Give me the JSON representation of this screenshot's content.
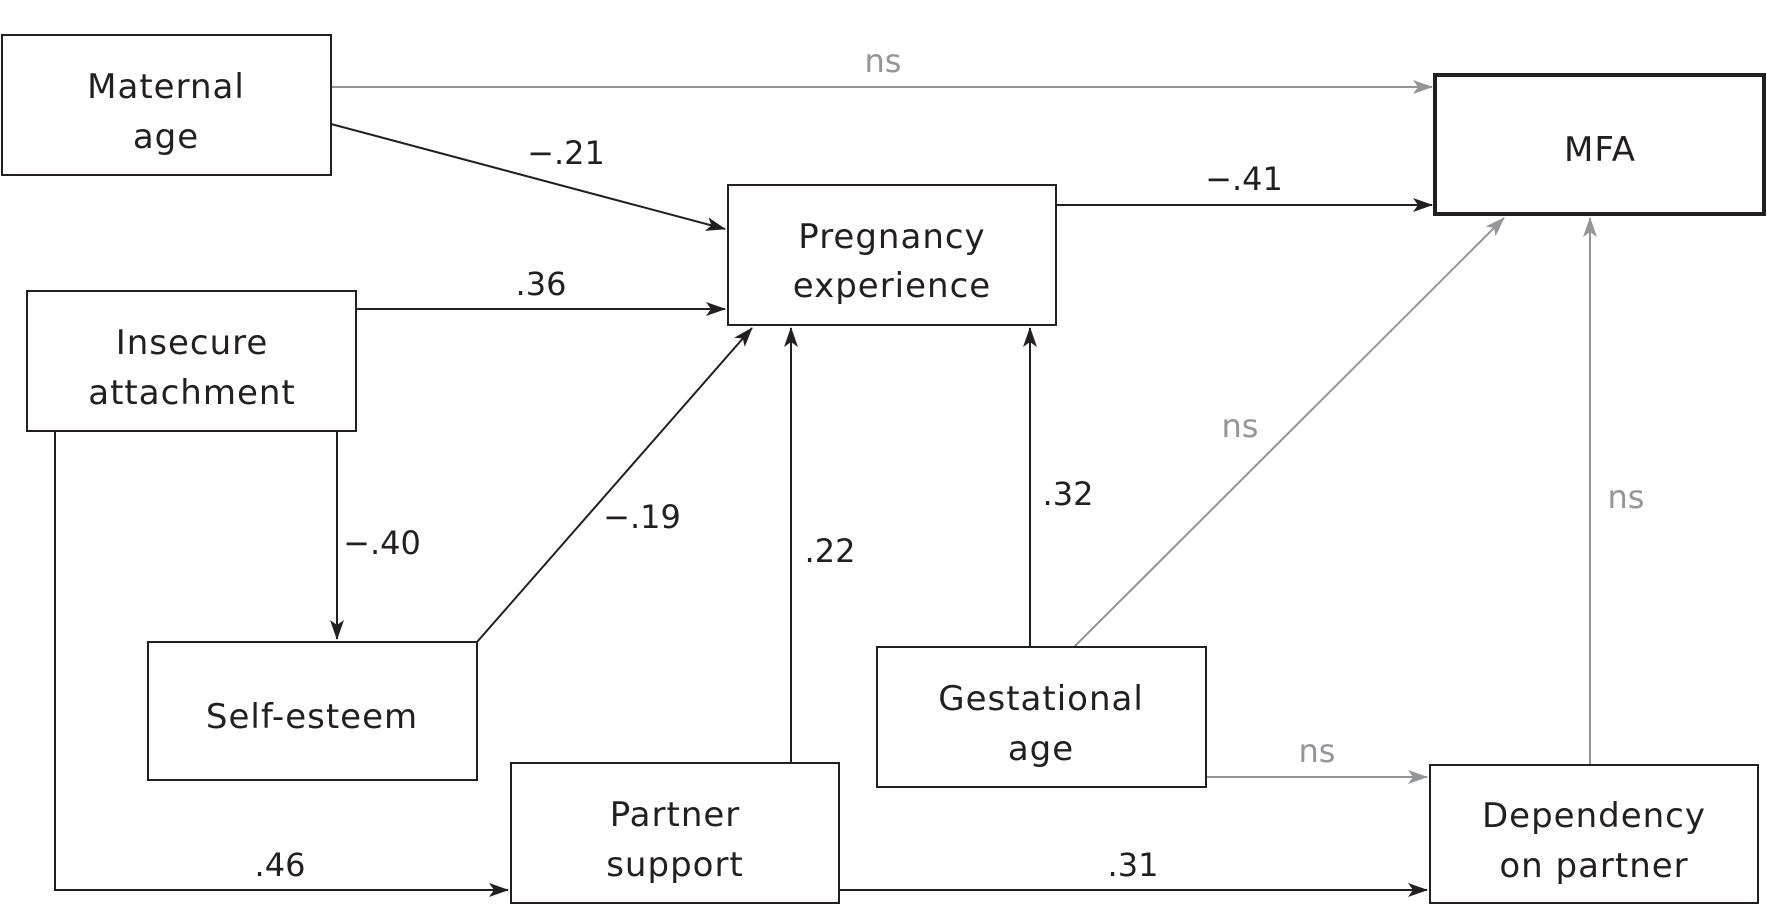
{
  "title": "Path model of predictors of maternal-fetal attachment (MFA)",
  "colors": {
    "significant": "#231f20",
    "nonsignificant": "#939598"
  },
  "nodes": {
    "maternal_age": {
      "lines": [
        "Maternal",
        "age"
      ]
    },
    "mfa": {
      "lines": [
        "MFA"
      ]
    },
    "pregnancy_experience": {
      "lines": [
        "Pregnancy",
        "experience"
      ]
    },
    "insecure_attachment": {
      "lines": [
        "Insecure",
        "attachment"
      ]
    },
    "self_esteem": {
      "lines": [
        "Self-esteem"
      ]
    },
    "partner_support": {
      "lines": [
        "Partner",
        "support"
      ]
    },
    "gestational_age": {
      "lines": [
        "Gestational",
        "age"
      ]
    },
    "dependency_on_partner": {
      "lines": [
        "Dependency",
        "on partner"
      ]
    }
  },
  "edges": [
    {
      "id": "maternal_age-mfa",
      "from": "Maternal age",
      "to": "MFA",
      "label": "ns",
      "significant": false
    },
    {
      "id": "maternal_age-pregnancy",
      "from": "Maternal age",
      "to": "Pregnancy experience",
      "label": "−.21",
      "significant": true
    },
    {
      "id": "pregnancy-mfa",
      "from": "Pregnancy experience",
      "to": "MFA",
      "label": "−.41",
      "significant": true
    },
    {
      "id": "insecure-pregnancy",
      "from": "Insecure attachment",
      "to": "Pregnancy experience",
      "label": ".36",
      "significant": true
    },
    {
      "id": "insecure-selfesteem",
      "from": "Insecure attachment",
      "to": "Self-esteem",
      "label": "−.40",
      "significant": true
    },
    {
      "id": "selfesteem-pregnancy",
      "from": "Self-esteem",
      "to": "Pregnancy experience",
      "label": "−.19",
      "significant": true
    },
    {
      "id": "partner-pregnancy",
      "from": "Partner support",
      "to": "Pregnancy experience",
      "label": ".22",
      "significant": true
    },
    {
      "id": "gestational-pregnancy",
      "from": "Gestational age",
      "to": "Pregnancy experience",
      "label": ".32",
      "significant": true
    },
    {
      "id": "gestational-mfa",
      "from": "Gestational age",
      "to": "MFA",
      "label": "ns",
      "significant": false
    },
    {
      "id": "dependency-mfa",
      "from": "Dependency on partner",
      "to": "MFA",
      "label": "ns",
      "significant": false
    },
    {
      "id": "gestational-dependency",
      "from": "Gestational age",
      "to": "Dependency on partner",
      "label": "ns",
      "significant": false
    },
    {
      "id": "insecure-partner",
      "from": "Insecure attachment",
      "to": "Partner support",
      "label": ".46",
      "significant": true
    },
    {
      "id": "partner-dependency",
      "from": "Partner support",
      "to": "Dependency on partner",
      "label": ".31",
      "significant": true
    }
  ]
}
